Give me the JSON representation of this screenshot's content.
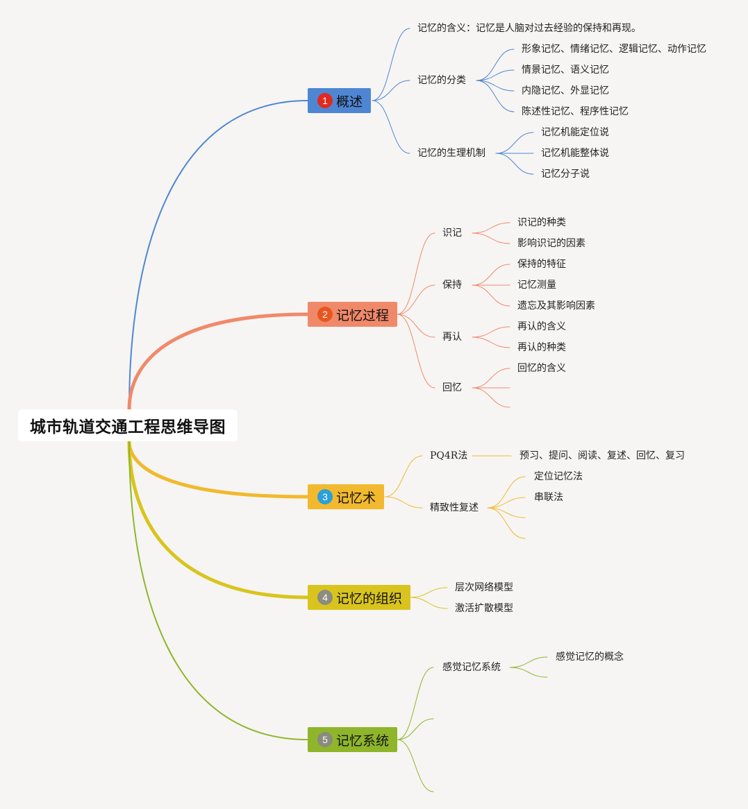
{
  "root": {
    "title": "城市轨道交通工程思维导图"
  },
  "branches": [
    {
      "number": "1",
      "label": "概述",
      "color": "#4f86d4",
      "badge_color": "#e02a1f",
      "children": [
        {
          "label": "记忆的含义：记忆是人脑对过去经验的保持和再现。",
          "children": []
        },
        {
          "label": "记忆的分类",
          "children": [
            {
              "label": "形象记忆、情绪记忆、逻辑记忆、动作记忆"
            },
            {
              "label": "情景记忆、语义记忆"
            },
            {
              "label": "内隐记忆、外显记忆"
            },
            {
              "label": "陈述性记忆、程序性记忆"
            }
          ]
        },
        {
          "label": "记忆的生理机制",
          "children": [
            {
              "label": "记忆机能定位说"
            },
            {
              "label": "记忆机能整体说"
            },
            {
              "label": "记忆分子说"
            }
          ]
        }
      ]
    },
    {
      "number": "2",
      "label": "记忆过程",
      "color": "#f0896a",
      "badge_color": "#e8561f",
      "children": [
        {
          "label": "识记",
          "children": [
            {
              "label": "识记的种类"
            },
            {
              "label": "影响识记的因素"
            }
          ]
        },
        {
          "label": "保持",
          "children": [
            {
              "label": "保持的特征"
            },
            {
              "label": "记忆测量"
            },
            {
              "label": "遗忘及其影响因素"
            }
          ]
        },
        {
          "label": "再认",
          "children": [
            {
              "label": "再认的含义"
            },
            {
              "label": "再认的种类"
            }
          ]
        },
        {
          "label": "回忆",
          "children": [
            {
              "label": "回忆的含义"
            },
            {
              "label": ""
            },
            {
              "label": ""
            }
          ]
        }
      ]
    },
    {
      "number": "3",
      "label": "记忆术",
      "color": "#f2b92f",
      "badge_color": "#2a9fd8",
      "children": [
        {
          "label": "PQ4R法",
          "children": [
            {
              "label": "预习、提问、阅读、复述、回忆、复习"
            }
          ]
        },
        {
          "label": "精致性复述",
          "children": [
            {
              "label": "定位记忆法"
            },
            {
              "label": "串联法"
            },
            {
              "label": ""
            },
            {
              "label": ""
            }
          ]
        }
      ]
    },
    {
      "number": "4",
      "label": "记忆的组织",
      "color": "#d9c41e",
      "badge_color": "#8c8c80",
      "children": [
        {
          "label": "层次网络模型",
          "children": []
        },
        {
          "label": "激活扩散模型",
          "children": []
        }
      ]
    },
    {
      "number": "5",
      "label": "记忆系统",
      "color": "#8fb52b",
      "badge_color": "#8a8a7e",
      "children": [
        {
          "label": "感觉记忆系统",
          "children": [
            {
              "label": "感觉记忆的概念"
            },
            {
              "label": ""
            }
          ]
        },
        {
          "label": "",
          "children": []
        },
        {
          "label": "",
          "children": []
        }
      ]
    }
  ]
}
